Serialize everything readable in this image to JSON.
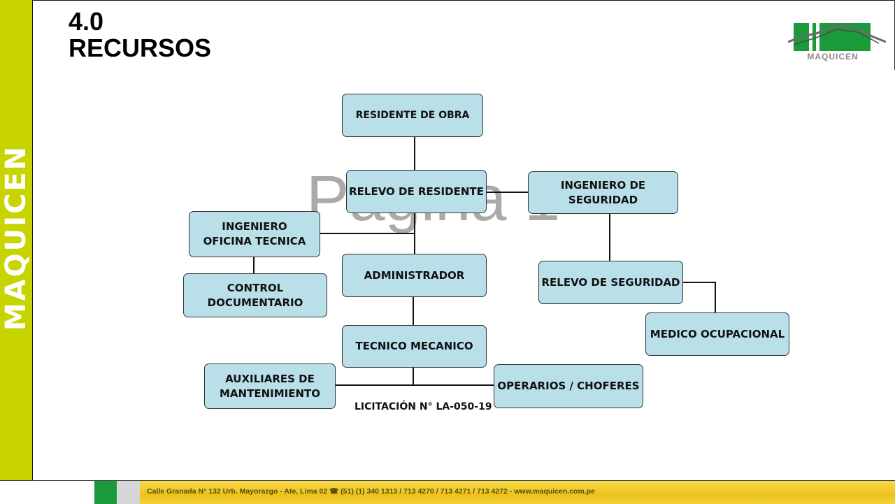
{
  "brand_vertical": "MAQUICEN",
  "title": {
    "line1": "4.0",
    "line2": "RECURSOS"
  },
  "logo_text": "MAQUICEN",
  "watermark": "Pagina 1",
  "nodes": {
    "residente": "RESIDENTE DE OBRA",
    "relevo_residente": "RELEVO DE RESIDENTE",
    "ing_seguridad": "INGENIERO DE SEGURIDAD",
    "ing_oficina": "INGENIERO OFICINA TECNICA",
    "administrador": "ADMINISTRADOR",
    "relevo_seguridad": "RELEVO DE SEGURIDAD",
    "control_doc": "CONTROL DOCUMENTARIO",
    "medico": "MEDICO OCUPACIONAL",
    "tecnico": "TECNICO MECANICO",
    "auxiliares": "AUXILIARES DE MANTENIMIENTO",
    "operarios": "OPERARIOS / CHOFERES"
  },
  "caption": "LICITACIÓN N° LA-050-19",
  "footer": "Calle Granada N° 132 Urb. Mayorazgo - Ate, Lima 02 ☎ (51) (1) 340 1313 / 713 4270 / 713 4271 / 713 4272 - www.maquicen.com.pe",
  "colors": {
    "band": "#c8d400",
    "node_fill": "#b9dfe9",
    "logo_green": "#1a9a3a",
    "footer_yellow": "#eec21b"
  }
}
